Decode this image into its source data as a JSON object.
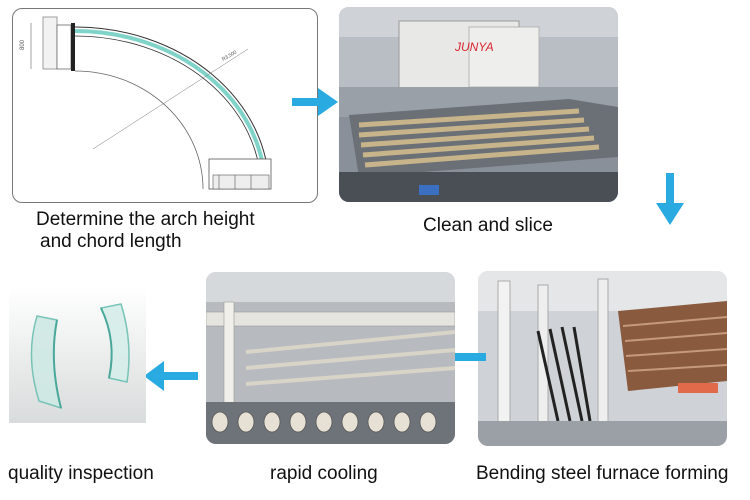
{
  "steps": [
    {
      "line1": "Determine the arch height",
      "line2": "and chord length"
    },
    {
      "line1": "Clean and slice"
    },
    {
      "line1": "Bending steel furnace forming"
    },
    {
      "line1": "rapid cooling"
    },
    {
      "line1": "quality inspection"
    }
  ],
  "machine_brand": "JUNYA",
  "drawing": {
    "dim_left": "800",
    "dim_radius": "R3,500"
  },
  "colors": {
    "arrow": "#29abe2",
    "glass": "#7fd3c8",
    "frame": "#5a3a2a",
    "brand": "#d9232d"
  }
}
